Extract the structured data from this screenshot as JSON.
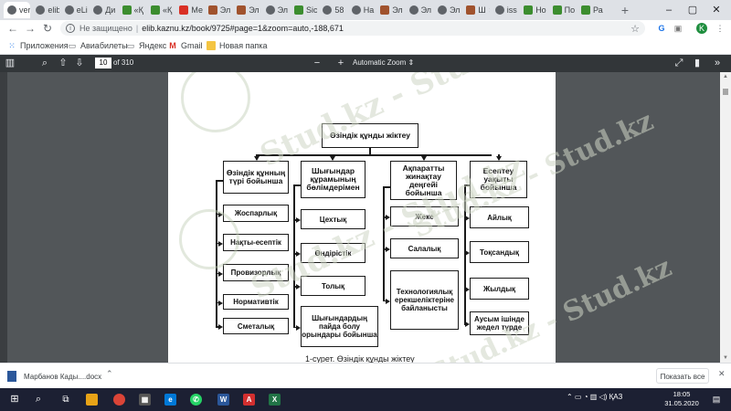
{
  "colors": {
    "accent": "#1a73e8",
    "taskbar": "#1c2033",
    "pdf_toolbar": "#323639",
    "viewer_bg": "#525659"
  },
  "browser": {
    "tabs": [
      {
        "label": "ver",
        "icon": "chrome-icon"
      },
      {
        "label": "elib",
        "icon": "chrome-icon"
      },
      {
        "label": "eLi",
        "icon": "chrome-icon"
      },
      {
        "label": "Ди",
        "icon": "chrome-icon"
      },
      {
        "label": "«Қ",
        "icon": "site-icon"
      },
      {
        "label": "«Қ",
        "icon": "site-icon"
      },
      {
        "label": "Ме",
        "icon": "gmail-icon"
      },
      {
        "label": "Эл",
        "icon": "library-icon"
      },
      {
        "label": "Эл",
        "icon": "library-icon"
      },
      {
        "label": "Эл",
        "icon": "chrome-icon"
      },
      {
        "label": "Sic",
        "icon": "site-icon"
      },
      {
        "label": "58",
        "icon": "chrome-icon"
      },
      {
        "label": "На",
        "icon": "chrome-icon"
      },
      {
        "label": "Эл",
        "icon": "library-icon"
      },
      {
        "label": "Эл",
        "icon": "chrome-icon"
      },
      {
        "label": "Эл",
        "icon": "chrome-icon"
      },
      {
        "label": "Ш",
        "icon": "library-icon"
      },
      {
        "label": "iss",
        "icon": "chrome-icon"
      },
      {
        "label": "Но",
        "icon": "site-icon"
      },
      {
        "label": "По",
        "icon": "site-icon"
      },
      {
        "label": "Ра",
        "icon": "site-icon"
      }
    ],
    "window_controls": {
      "minimize": "–",
      "maximize": "▢",
      "close": "✕"
    },
    "omnibox": {
      "security_label": "Не защищено",
      "url": "elib.kaznu.kz/book/9725#page=1&zoom=auto,-188,671"
    },
    "profile_initial": "K",
    "bookmarks": [
      {
        "label": "Приложения",
        "icon": "apps-grid-icon"
      },
      {
        "label": "Авиабилеты",
        "icon": "bookmark-page-icon"
      },
      {
        "label": "Яндекс",
        "icon": "yandex-icon"
      },
      {
        "label": "Gmail",
        "icon": "gmail-icon"
      },
      {
        "label": "Новая папка",
        "icon": "folder-icon"
      }
    ]
  },
  "pdf_toolbar": {
    "page_number": "10",
    "page_total": "of 310",
    "zoom_out": "−",
    "zoom_in": "+",
    "zoom_label": "Automatic Zoom"
  },
  "diagram": {
    "root": "Өзіндік құнды жіктеу",
    "columns": [
      {
        "header": "Өзіндік құнның түрі бойынша",
        "items": [
          "Жоспарлық",
          "Нақты-есептік",
          "Провизорлық",
          "Нормативтік",
          "Сметалық"
        ]
      },
      {
        "header": "Шығындар құрамының бөлімдерімен",
        "items": [
          "Цехтық",
          "Өндірістік",
          "Толық",
          "Шығындардың пайда болу орындары бойынша"
        ]
      },
      {
        "header": "Ақпаратты жинақтау деңгейі бойынша",
        "items": [
          "Жеке",
          "Салалық",
          "Технологиялық ерекшеліктеріне байланысты"
        ]
      },
      {
        "header": "Есептеу уақыты бойынша",
        "items": [
          "Айлық",
          "Тоқсандық",
          "Жылдық",
          "Аусым ішінде жедел түрде"
        ]
      }
    ],
    "caption": "1-сурет. Өзіндік құнды жіктеу"
  },
  "watermark": {
    "text": "Stud.kz - Stud.kz"
  },
  "download_bar": {
    "file_name": "Марбанов Кады....docx",
    "show_all_label": "Показать все",
    "close": "✕"
  },
  "taskbar": {
    "language": "ҚАЗ",
    "time": "18:05",
    "date": "31.05.2020"
  }
}
